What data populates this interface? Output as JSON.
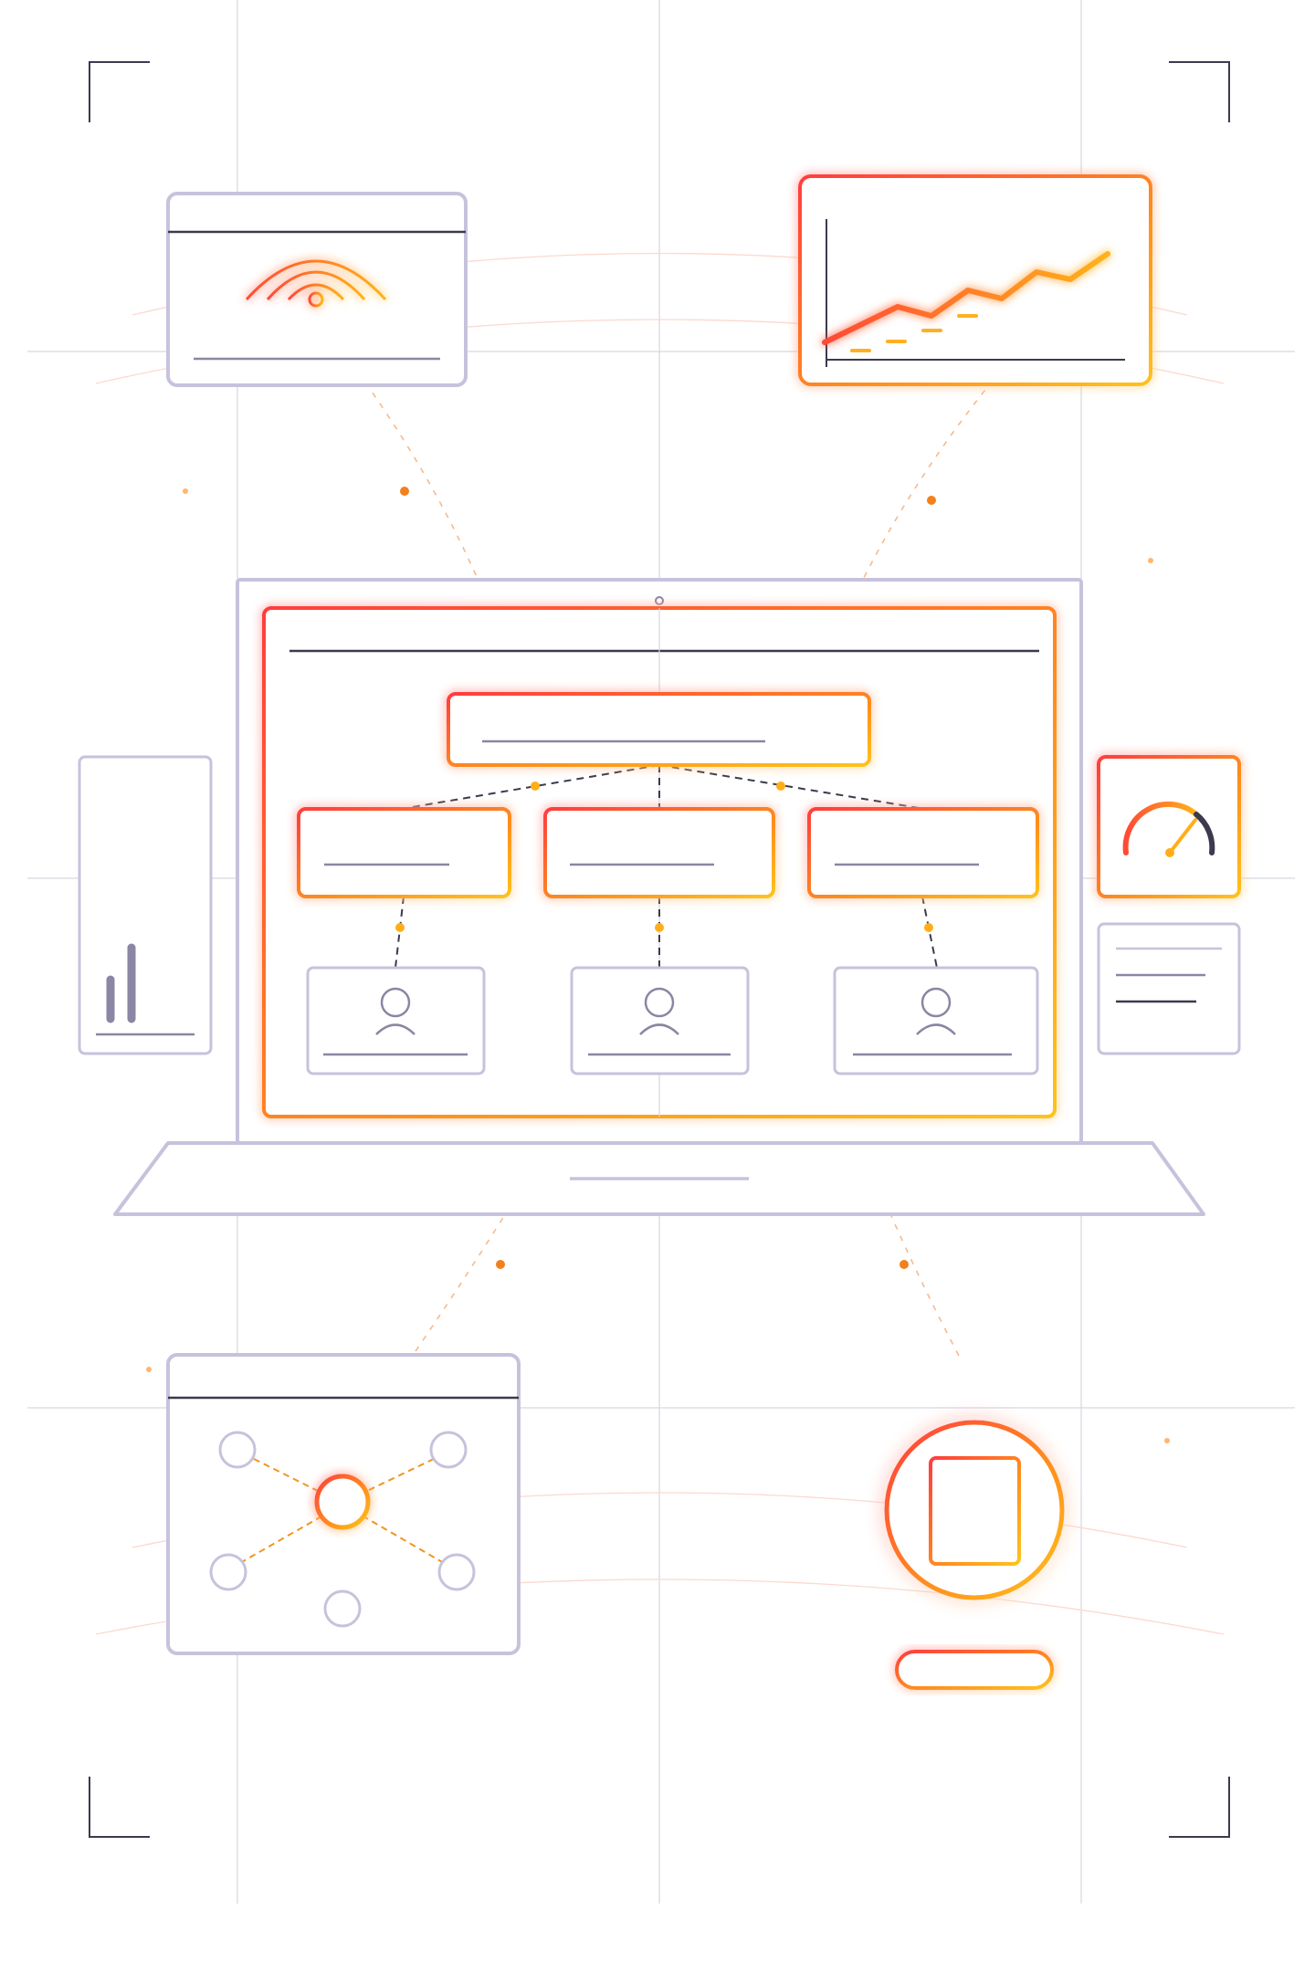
{
  "colors": {
    "background": "#ffffff",
    "frame": "#c7c2dc",
    "dark_line": "#3b3a4e",
    "muted_line": "#8a86a3",
    "grid": "#d8d6e0",
    "orange": "#f97f2a",
    "red_orange": "#ff4d3d",
    "amber": "#ffb020",
    "dot_orange": "#ff9d2e"
  },
  "icons": {
    "wifi_card": "wifi-icon",
    "chart_card": "line-chart-icon",
    "bar_panel": "bar-chart-icon",
    "gauge_card": "gauge-icon",
    "person": "user-icon",
    "network_card": "network-icon",
    "document_badge": "document-icon"
  },
  "org_chart": {
    "levels": 3,
    "children": 3,
    "profiles": 3
  }
}
